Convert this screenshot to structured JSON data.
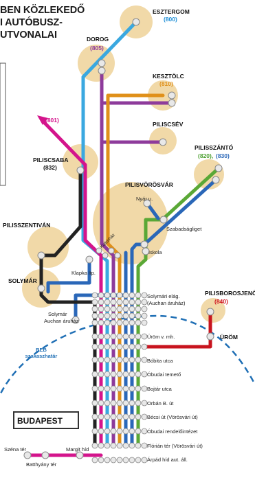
{
  "title": {
    "line1": "BEN KÖZLEKEDŐ",
    "line2": "I AUTÓBUSZ-",
    "line3": "UTVONALAI"
  },
  "colors": {
    "background": "#ffffff",
    "area_fill": "#f1d9a8",
    "boundary": "#1f6fb5",
    "line_800": "#3aa8e0",
    "line_805": "#8e3b9b",
    "line_810": "#e0901a",
    "line_801": "#d4148c",
    "line_820": "#5aa836",
    "line_830": "#2a67b8",
    "line_832": "#222222",
    "line_840": "#c8141e",
    "text_number_blue": "#1f8fd6",
    "text_number_orange": "#e0901a",
    "text_number_green": "#4c9f2f",
    "text_number_red": "#d0141e",
    "text_number_magenta": "#d4148c"
  },
  "towns": {
    "esztergom": {
      "name": "ESZTERGOM",
      "route": "(800)"
    },
    "dorog": {
      "name": "DOROG",
      "route": "(805)"
    },
    "kesztolc": {
      "name": "KESZTÖLC",
      "route": "(810)"
    },
    "piliscsev": {
      "name": "PILISCSÉV"
    },
    "pilisszanto": {
      "name": "PILISSZÁNTÓ",
      "route_a": "(820),",
      "route_b": "(830)"
    },
    "piliscsaba": {
      "name": "PILISCSABA",
      "route": "(832)"
    },
    "pilisvorosvar": {
      "name": "PILISVÖRÖSVÁR"
    },
    "pilisszentivan": {
      "name": "PILISSZENTIVÁN"
    },
    "solymar": {
      "name": "SOLYMÁR"
    },
    "pilisborosjeno": {
      "name": "PILISBOROSJENŐ",
      "route": "(840)"
    },
    "urom": {
      "name": "ÜRÖM"
    },
    "budapest": {
      "name": "BUDAPEST"
    }
  },
  "route_801": "(801)",
  "stops": {
    "nyar_u": "Nyár u.",
    "szabadsagliget": "Szabadságliget",
    "kultura": "Kultúrház",
    "iskola": "Iskola",
    "klapka": "Klapka ltp.",
    "solymari_elag_1": "Solymári elág.",
    "solymari_elag_2": "(Auchan áruház)",
    "solymar_auchan_1": "Solymár",
    "solymar_auchan_2": "Auchan áruház",
    "urom_vmh": "Üröm v. mh.",
    "bobita": "Bóbita utca",
    "obudai_temeto": "Óbudai temető",
    "bojtar": "Bojtár utca",
    "orban": "Orbán B. út",
    "becsi": "Bécsi út (Vörösvári út)",
    "obudai_rendelo": "Óbudai rendelőintézet",
    "florian": "Flórián tér (Vörösvári út)",
    "arpad": "Árpád híd aut. áll.",
    "szena": "Széna tér",
    "margit": "Margit híd",
    "batthyany": "Batthyány tér"
  },
  "beb_1": "BEB",
  "beb_2": "szakaszhatár"
}
